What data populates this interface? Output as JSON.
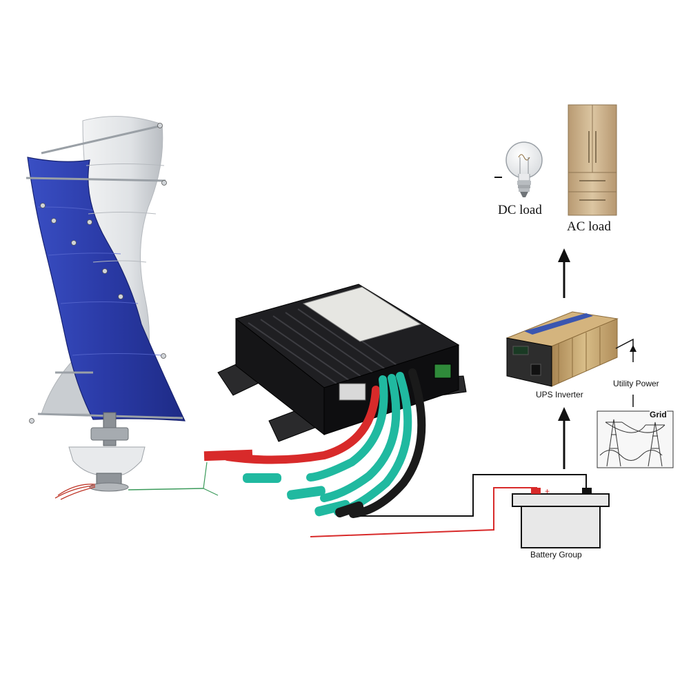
{
  "labels": {
    "dc_load": "DC load",
    "ac_load": "AC load",
    "ups_inverter": "UPS Inverter",
    "utility_power": "Utility Power",
    "grid": "Grid",
    "battery_group": "Battery Group"
  },
  "colors": {
    "turbine_blue": "#2b3fae",
    "turbine_white": "#e4e6e8",
    "controller_black": "#1c1c1e",
    "cable_red": "#d82a2a",
    "cable_teal": "#20b9a0",
    "wire_black": "#111111",
    "inverter_gold": "#c9a56a",
    "fridge_gold": "#cdb38e"
  },
  "icons": [
    "wind-turbine-icon",
    "charge-controller-icon",
    "light-bulb-icon",
    "refrigerator-icon",
    "ups-inverter-icon",
    "utility-grid-icon",
    "battery-icon"
  ]
}
